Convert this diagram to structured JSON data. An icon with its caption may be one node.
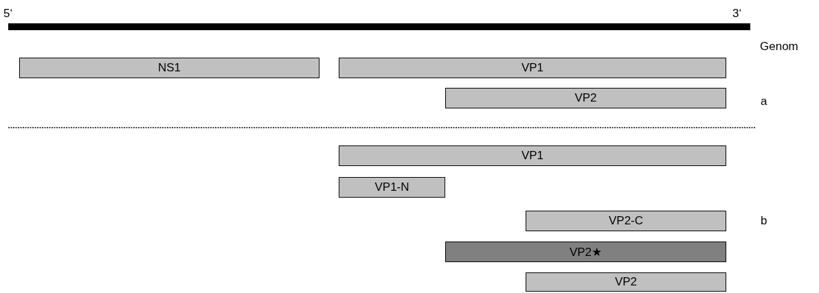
{
  "diagram": {
    "nodes": [
      {
        "text": [
          "NS1"
        ]
      },
      {
        "text": [
          "VP1"
        ]
      },
      {
        "text": [
          "VP2"
        ]
      },
      {
        "text": [
          "VP1"
        ]
      },
      {
        "text": [
          "VP1-N"
        ]
      },
      {
        "text": [
          "VP2-C"
        ]
      },
      {
        "text": [
          "VP2★"
        ]
      },
      {
        "text": [
          "VP2"
        ]
      }
    ],
    "edges": [],
    "labels": [
      "5‘",
      "3‘",
      "Genom",
      "a",
      "b"
    ]
  }
}
